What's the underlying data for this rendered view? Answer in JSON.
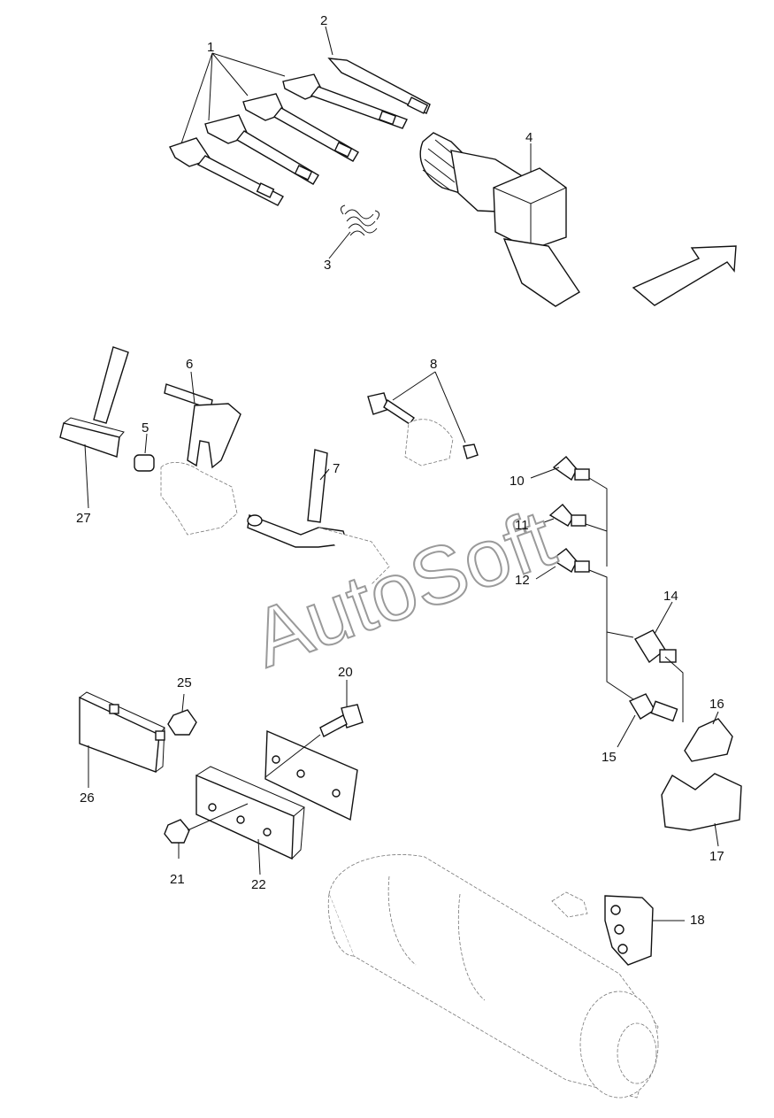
{
  "diagram": {
    "labels": [
      "1",
      "2",
      "3",
      "4",
      "5",
      "6",
      "7",
      "8",
      "10",
      "11",
      "12",
      "14",
      "15",
      "16",
      "17",
      "18",
      "20",
      "21",
      "22",
      "25",
      "26",
      "27"
    ],
    "watermark": "AutoSoft"
  }
}
